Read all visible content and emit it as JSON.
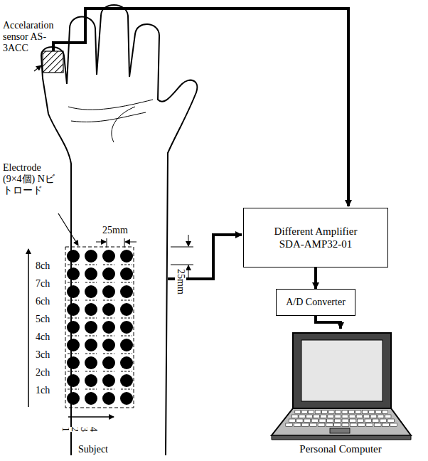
{
  "diagram": {
    "nodes": [
      {
        "text": [
          "Different Amplifier SDA-AMP32-01"
        ]
      },
      {
        "text": [
          "A/D Converter"
        ]
      },
      {
        "text": [
          "Personal Computer"
        ]
      }
    ],
    "edges": [
      {
        "from": 0,
        "to": 1,
        "arrow": "to"
      },
      {
        "from": 1,
        "to": 2,
        "arrow": "to"
      }
    ],
    "labels": [
      "Accelaration sensor AS-3ACC",
      "Electrode (9×4個) Nビトロード",
      "25mm",
      "25mm",
      "8ch",
      "7ch",
      "6ch",
      "5ch",
      "4ch",
      "3ch",
      "2ch",
      "1ch",
      "1",
      "2",
      "3",
      "4",
      "Subject"
    ]
  }
}
